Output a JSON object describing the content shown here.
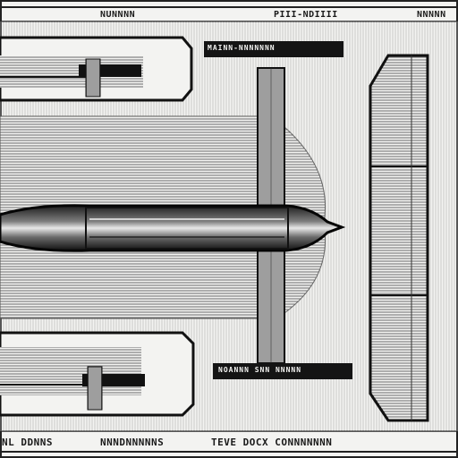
{
  "title_block": {
    "top_left": "NUNNNN",
    "top_center": "PIII-NDIIII",
    "top_right": "NNNNN",
    "banner_top": "MAINN-NNNNNNN",
    "banner_mid": "NOANNN SNN NNNNN",
    "bottom_left": "NL DDNNS",
    "bottom_center": "NNNDNNNNNS",
    "bottom_right": "TEVE DOCX CONNNNNNN"
  },
  "colors": {
    "paper": "#f3f3f1",
    "ink": "#141414",
    "hatch": "#5a5a5a"
  },
  "icons": {
    "projectile": "projectile-drawing",
    "upper_cartridge": "cartridge-drawing",
    "lower_cartridge": "cartridge-drawing",
    "vertical_column": "column-drawing",
    "side_prism": "prism-drawing"
  }
}
